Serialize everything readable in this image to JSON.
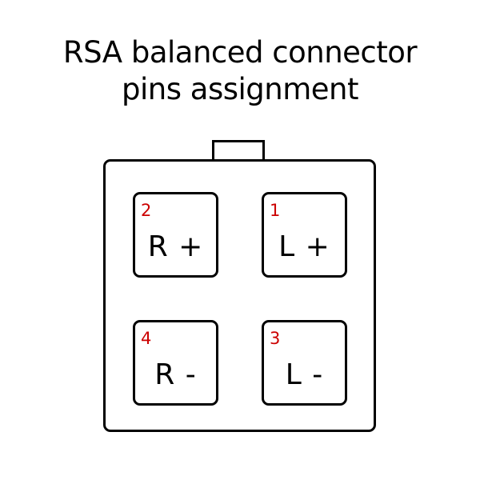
{
  "title": {
    "line1": "RSA balanced connector",
    "line2": "pins assignment"
  },
  "colors": {
    "outline": "#000000",
    "pin_number": "#cc0000",
    "background": "#ffffff"
  },
  "pins": [
    {
      "number": "2",
      "label": "R +"
    },
    {
      "number": "1",
      "label": "L +"
    },
    {
      "number": "4",
      "label": "R -"
    },
    {
      "number": "3",
      "label": "L -"
    }
  ]
}
